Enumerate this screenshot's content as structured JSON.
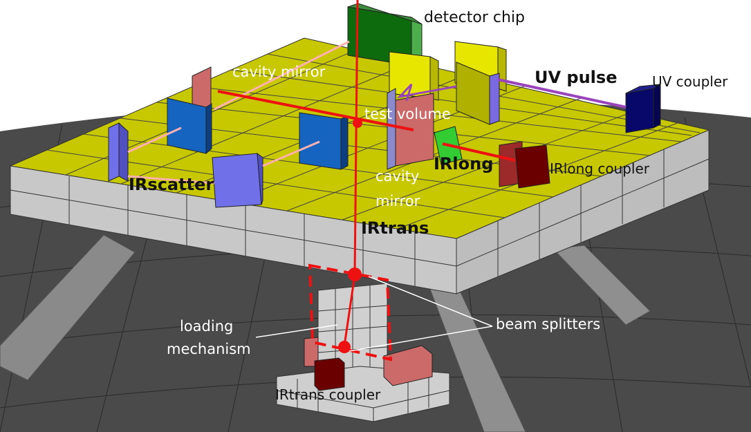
{
  "labels": {
    "detector_chip": "detector chip",
    "cavity_mirror_top": "cavity mirror",
    "uv_pulse": "UV pulse",
    "uv_coupler": "UV coupler",
    "test_volume": "test volume",
    "irlong": "IRlong",
    "irlong_coupler": "IRlong coupler",
    "cavity_mirror_bottom_line1": "cavity",
    "cavity_mirror_bottom_line2": "mirror",
    "irscatter": "IRscatter",
    "irtrans": "IRtrans",
    "loading_line1": "loading",
    "loading_line2": "mechanism",
    "beam_splitters": "beam splitters",
    "irtrans_coupler": "IRtrans coupler"
  },
  "colors": {
    "platform_top": "#c8c800",
    "platform_side": "#c4c4c4",
    "floor": "#4a4a4a",
    "laser_red": "#ee1111",
    "ir_pink": "#ffb0b0",
    "uv_purple": "#9944bb",
    "mirror_blue": "#1565c0",
    "mirror_lilac": "#7070e8",
    "detector_green": "#0d6a0d",
    "uv_coupler_navy": "#08086a",
    "coupler_darkred": "#6a0000",
    "cavity_mirror_pink": "#cc6a6a",
    "yellow_mirror": "#e6e600"
  }
}
